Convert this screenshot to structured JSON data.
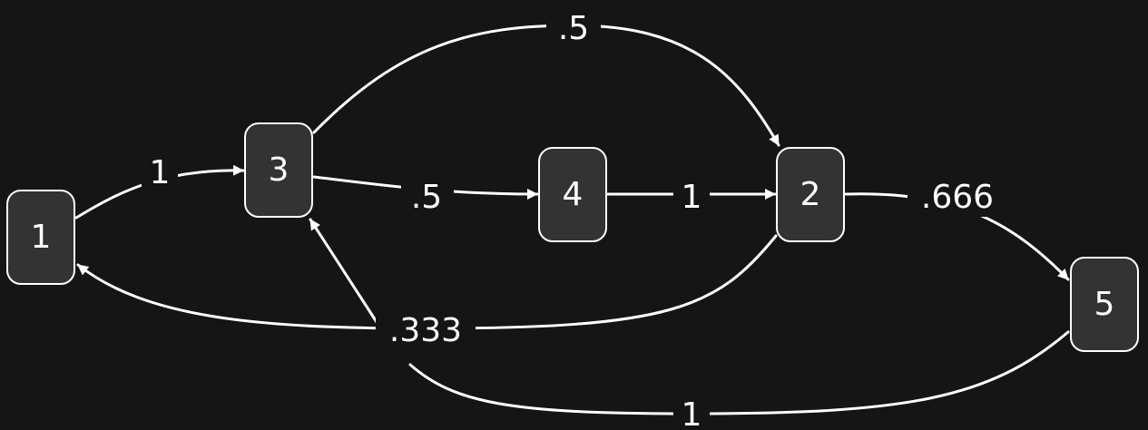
{
  "colors": {
    "background": "#151515",
    "node_fill": "#333333",
    "stroke": "#ffffff",
    "text": "#ffffff"
  },
  "nodes": {
    "n1": "1",
    "n3": "3",
    "n4": "4",
    "n2": "2",
    "n5": "5"
  },
  "edges": {
    "e_1_3": {
      "from": "1",
      "to": "3",
      "label": "1"
    },
    "e_3_4": {
      "from": "3",
      "to": "4",
      "label": ".5"
    },
    "e_4_2": {
      "from": "4",
      "to": "2",
      "label": "1"
    },
    "e_3_2": {
      "from": "3",
      "to": "2",
      "label": ".5"
    },
    "e_2_5": {
      "from": "2",
      "to": "5",
      "label": ".666"
    },
    "e_2_1_3": {
      "from": "2",
      "to": [
        "1",
        "3"
      ],
      "label": ".333"
    },
    "e_5_1_3": {
      "from": "5",
      "to": [
        "1",
        "3"
      ],
      "label": "1"
    }
  }
}
